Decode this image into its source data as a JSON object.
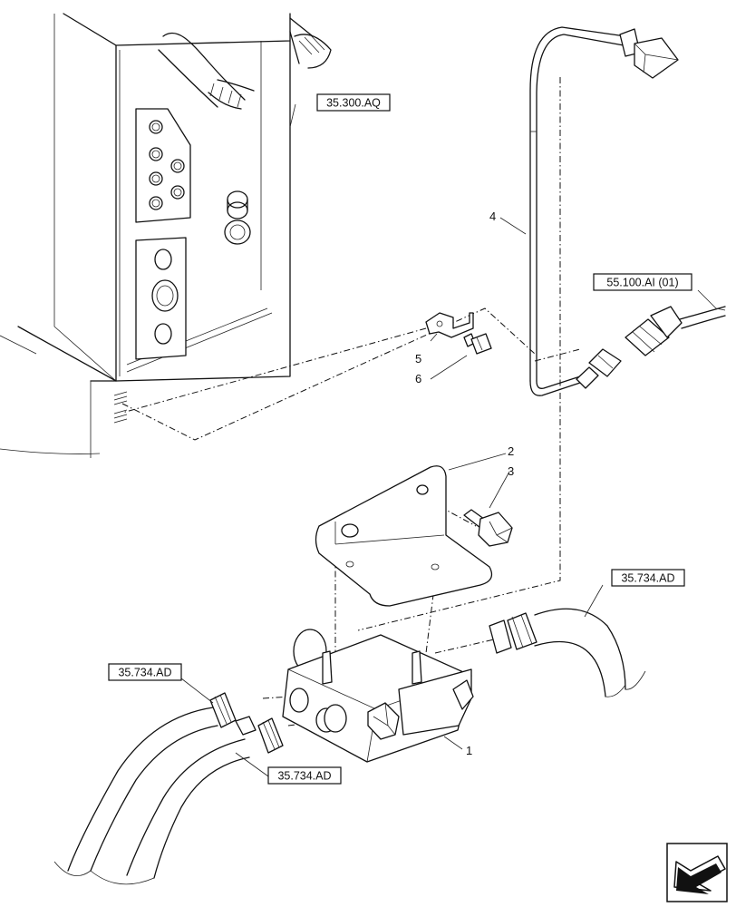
{
  "references": {
    "tank_ref": "35.300.AQ",
    "sensor_ref": "55.100.AI (01)",
    "hose_right_ref": "35.734.AD",
    "hose_left_top_ref": "35.734.AD",
    "hose_left_bottom_ref": "35.734.AD"
  },
  "callouts": {
    "item_1": "1",
    "item_2": "2",
    "item_3": "3",
    "item_4": "4",
    "item_5": "5",
    "item_6": "6"
  },
  "icons": {
    "nav": "arrow-icon"
  }
}
